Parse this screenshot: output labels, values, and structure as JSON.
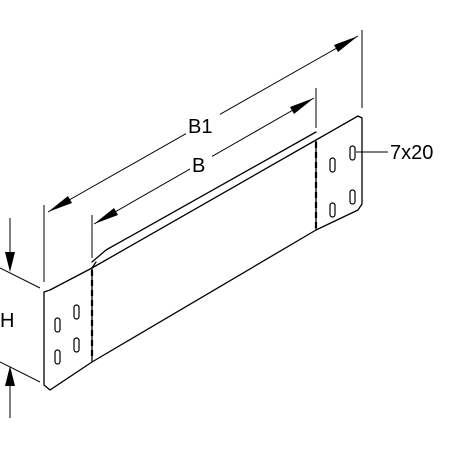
{
  "labels": {
    "b1": "B1",
    "b": "B",
    "h": "H",
    "slot": "7x20"
  },
  "colors": {
    "ink": "#000000",
    "paper": "#ffffff"
  }
}
